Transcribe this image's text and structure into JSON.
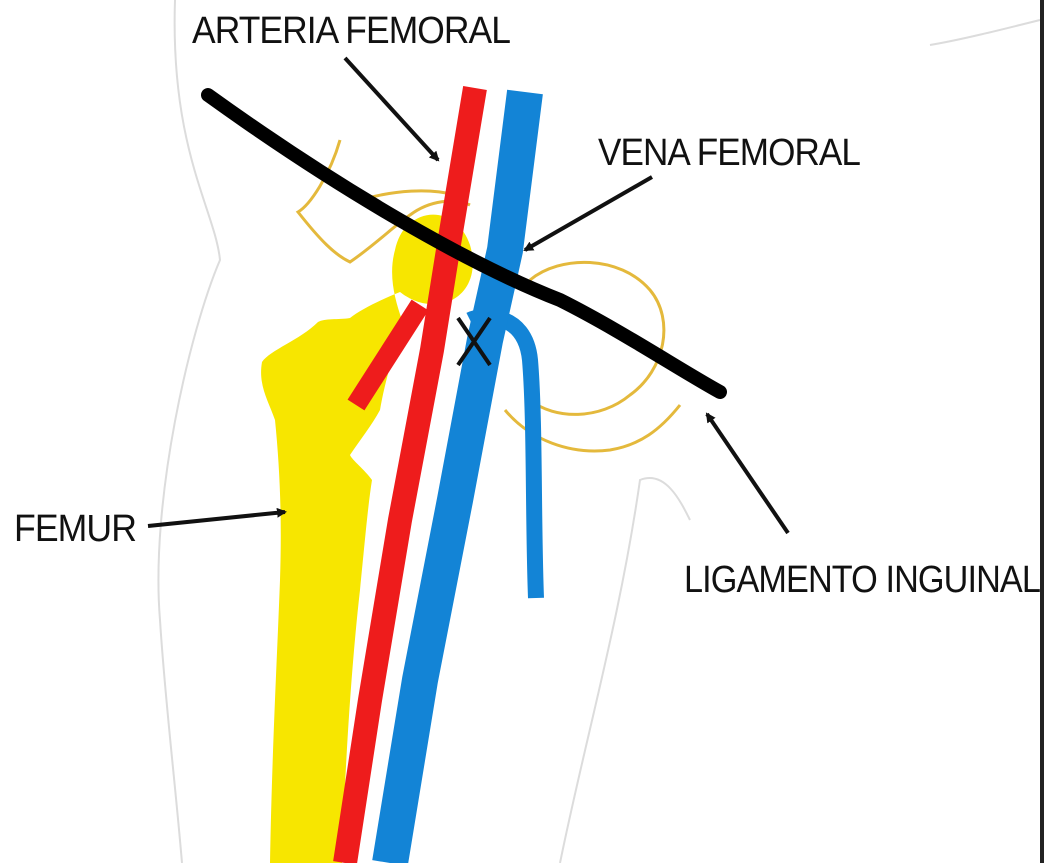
{
  "labels": {
    "arteria_femoral": "ARTERIA FEMORAL",
    "vena_femoral": "VENA FEMORAL",
    "femur": "FEMUR",
    "ligamento_inguinal": "LIGAMENTO INGUINAL"
  },
  "colors": {
    "artery": "#ee1c1c",
    "vein": "#1384d6",
    "bone": "#f5e400",
    "outline": "#e8c24a",
    "ligament": "#000000",
    "body_outline": "#dddddd",
    "arrows": "#111111"
  }
}
